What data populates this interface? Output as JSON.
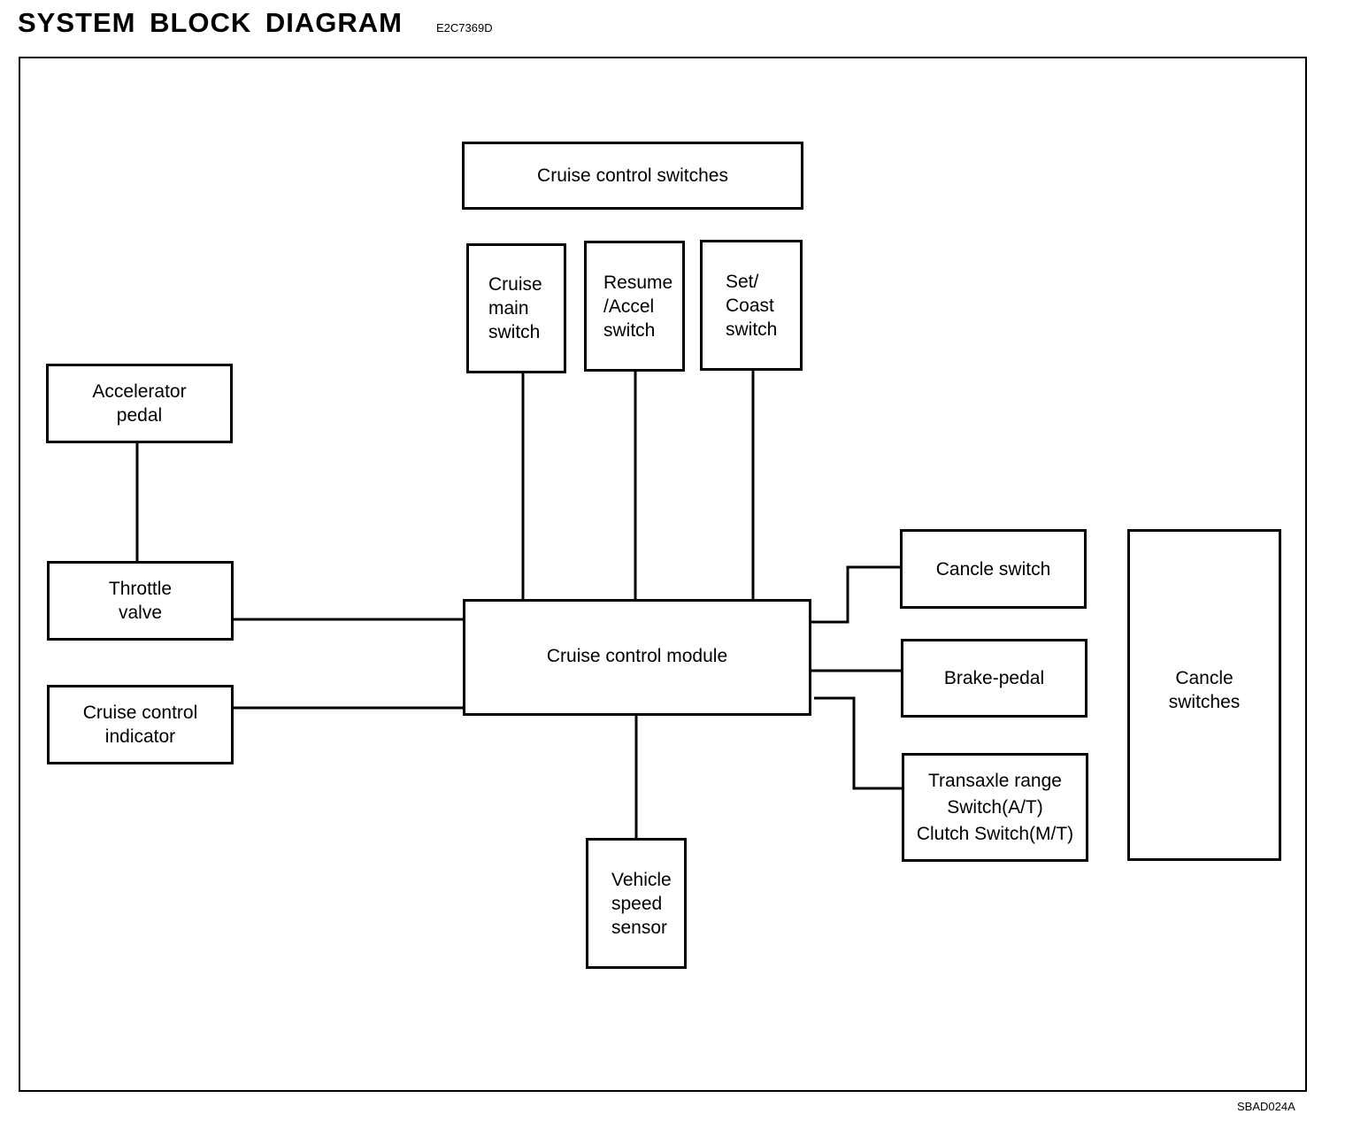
{
  "header": {
    "title": "SYSTEM BLOCK DIAGRAM",
    "code": "E2C7369D"
  },
  "footer": {
    "figure_id": "SBAD024A"
  },
  "blocks": {
    "cruise_control_switches": "Cruise control switches",
    "cruise_main_switch": "Cruise\nmain\nswitch",
    "resume_accel_switch": "Resume\n/Accel\nswitch",
    "set_coast_switch": "Set/\nCoast\nswitch",
    "accelerator_pedal": "Accelerator\npedal",
    "throttle_valve": "Throttle\nvalve",
    "cruise_control_indicator": "Cruise control\nindicator",
    "cruise_control_module": "Cruise control module",
    "vehicle_speed_sensor": "Vehicle\nspeed\nsensor",
    "cancle_switch": "Cancle switch",
    "brake_pedal": "Brake-pedal",
    "transaxle_range_switch": "Transaxle range\nSwitch(A/T)\nClutch Switch(M/T)",
    "cancle_switches": "Cancle\nswitches"
  },
  "connections": [
    [
      "cruise_main_switch",
      "cruise_control_module"
    ],
    [
      "resume_accel_switch",
      "cruise_control_module"
    ],
    [
      "set_coast_switch",
      "cruise_control_module"
    ],
    [
      "accelerator_pedal",
      "throttle_valve"
    ],
    [
      "throttle_valve",
      "cruise_control_module"
    ],
    [
      "cruise_control_indicator",
      "cruise_control_module"
    ],
    [
      "cruise_control_module",
      "vehicle_speed_sensor"
    ],
    [
      "cruise_control_module",
      "cancle_switch"
    ],
    [
      "cruise_control_module",
      "brake_pedal"
    ],
    [
      "cruise_control_module",
      "transaxle_range_switch"
    ]
  ]
}
